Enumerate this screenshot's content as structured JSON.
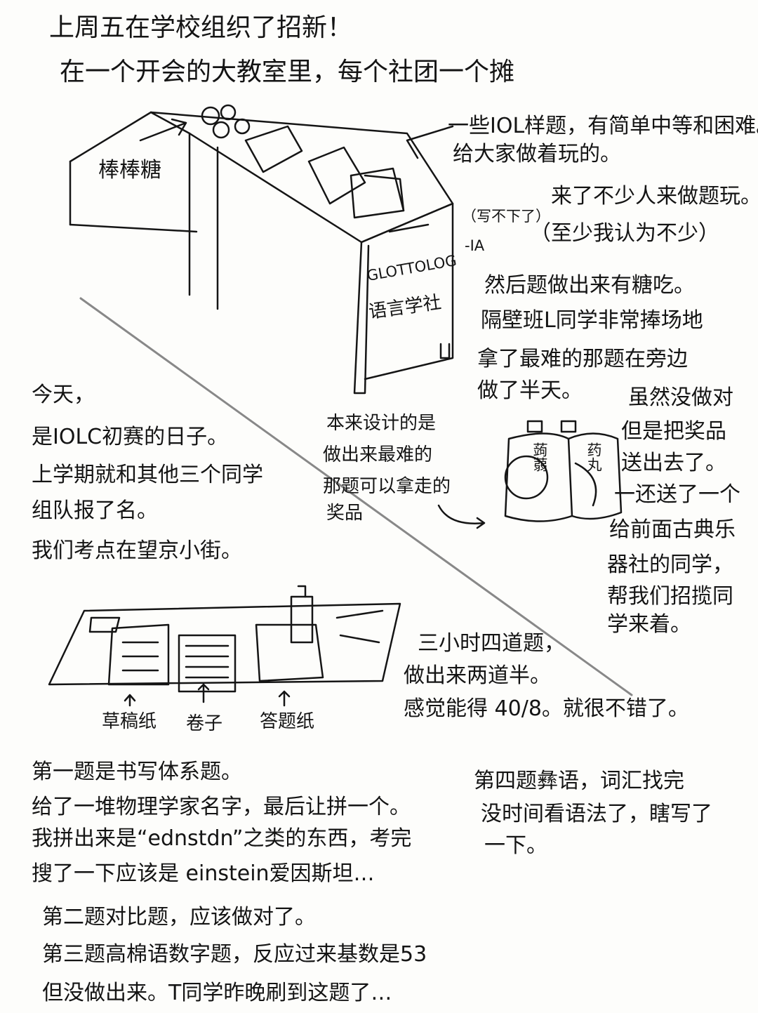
{
  "header": {
    "line1": "上周五在学校组织了招新！",
    "line2": "在一个开会的大教室里，每个社团一个摊"
  },
  "stall_sketch": {
    "lollipop_label": "棒棒糖",
    "sign_line1": "GLOTTOLOG",
    "sign_line2": "语言学社",
    "sign_note": "（写不下了）",
    "sign_note_sub": "-IA"
  },
  "stall_notes": [
    "一些IOL样题，有简单中等和困难。",
    "给大家做着玩的。",
    "来了不少人来做题玩。",
    "（至少我认为不少）",
    "然后题做出来有糖吃。",
    "隔壁班L同学非常捧场地",
    "拿了最难的那题在旁边",
    "做了半天。"
  ],
  "today": [
    "今天，",
    "是IOLC初赛的日子。",
    "上学期就和其他三个同学",
    "组队报了名。",
    "我们考点在望京小街。"
  ],
  "prize_notes_left": [
    "本来设计的是",
    "做出来最难的",
    "那题可以拿走的",
    "奖品"
  ],
  "prize_jars": {
    "left_label": "蒟蒻",
    "right_label": "药丸"
  },
  "prize_notes_right": [
    "虽然没做对",
    "但是把奖品",
    "送出去了。",
    "一还送了一个",
    "给前面古典乐",
    "器社的同学，",
    "帮我们招揽同",
    "学来着。"
  ],
  "desk_sketch": {
    "labels": [
      "草稿纸",
      "卷子",
      "答题纸"
    ]
  },
  "exam_summary": [
    "三小时四道题，",
    "做出来两道半。",
    "感觉能得 40/8。就很不错了。"
  ],
  "problems_left": [
    "第一题是书写体系题。",
    "给了一堆物理学家名字，最后让拼一个。",
    "我拼出来是“ednstdn”之类的东西，考完",
    "搜了一下应该是 einstein爱因斯坦…",
    "第二题对比题，应该做对了。",
    "第三题高棉语数字题，反应过来基数是53",
    "但没做出来。T同学昨晚刷到这题了…"
  ],
  "problems_right": [
    "第四题彝语，词汇找完",
    "没时间看语法了，瞎写了",
    "一下。"
  ]
}
